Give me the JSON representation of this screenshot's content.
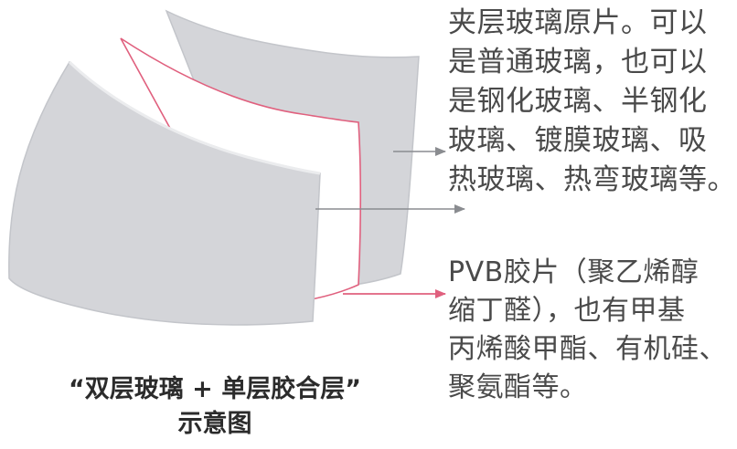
{
  "diagram": {
    "callouts": {
      "glass_interlayer": "夹层玻璃原片。可以\n是普通玻璃，也可以\n是钢化玻璃、半钢化\n玻璃、镀膜玻璃、吸\n热玻璃、热弯玻璃等。",
      "pvb_film": "PVB胶片（聚乙烯醇\n缩丁醛），也有甲基\n丙烯酸甲酯、有机硅、\n聚氨酯等。"
    },
    "caption": {
      "line1": "“双层玻璃 + 单层胶合层”",
      "line2": "示意图"
    },
    "colors": {
      "glass_fill": "#d4d5d9",
      "glass_edge": "#b9bbc0",
      "interlayer_fill": "#ffffff",
      "interlayer_edge": "#e0607e",
      "arrow_gray": "#8a8c90",
      "arrow_pink": "#e0607e"
    }
  }
}
